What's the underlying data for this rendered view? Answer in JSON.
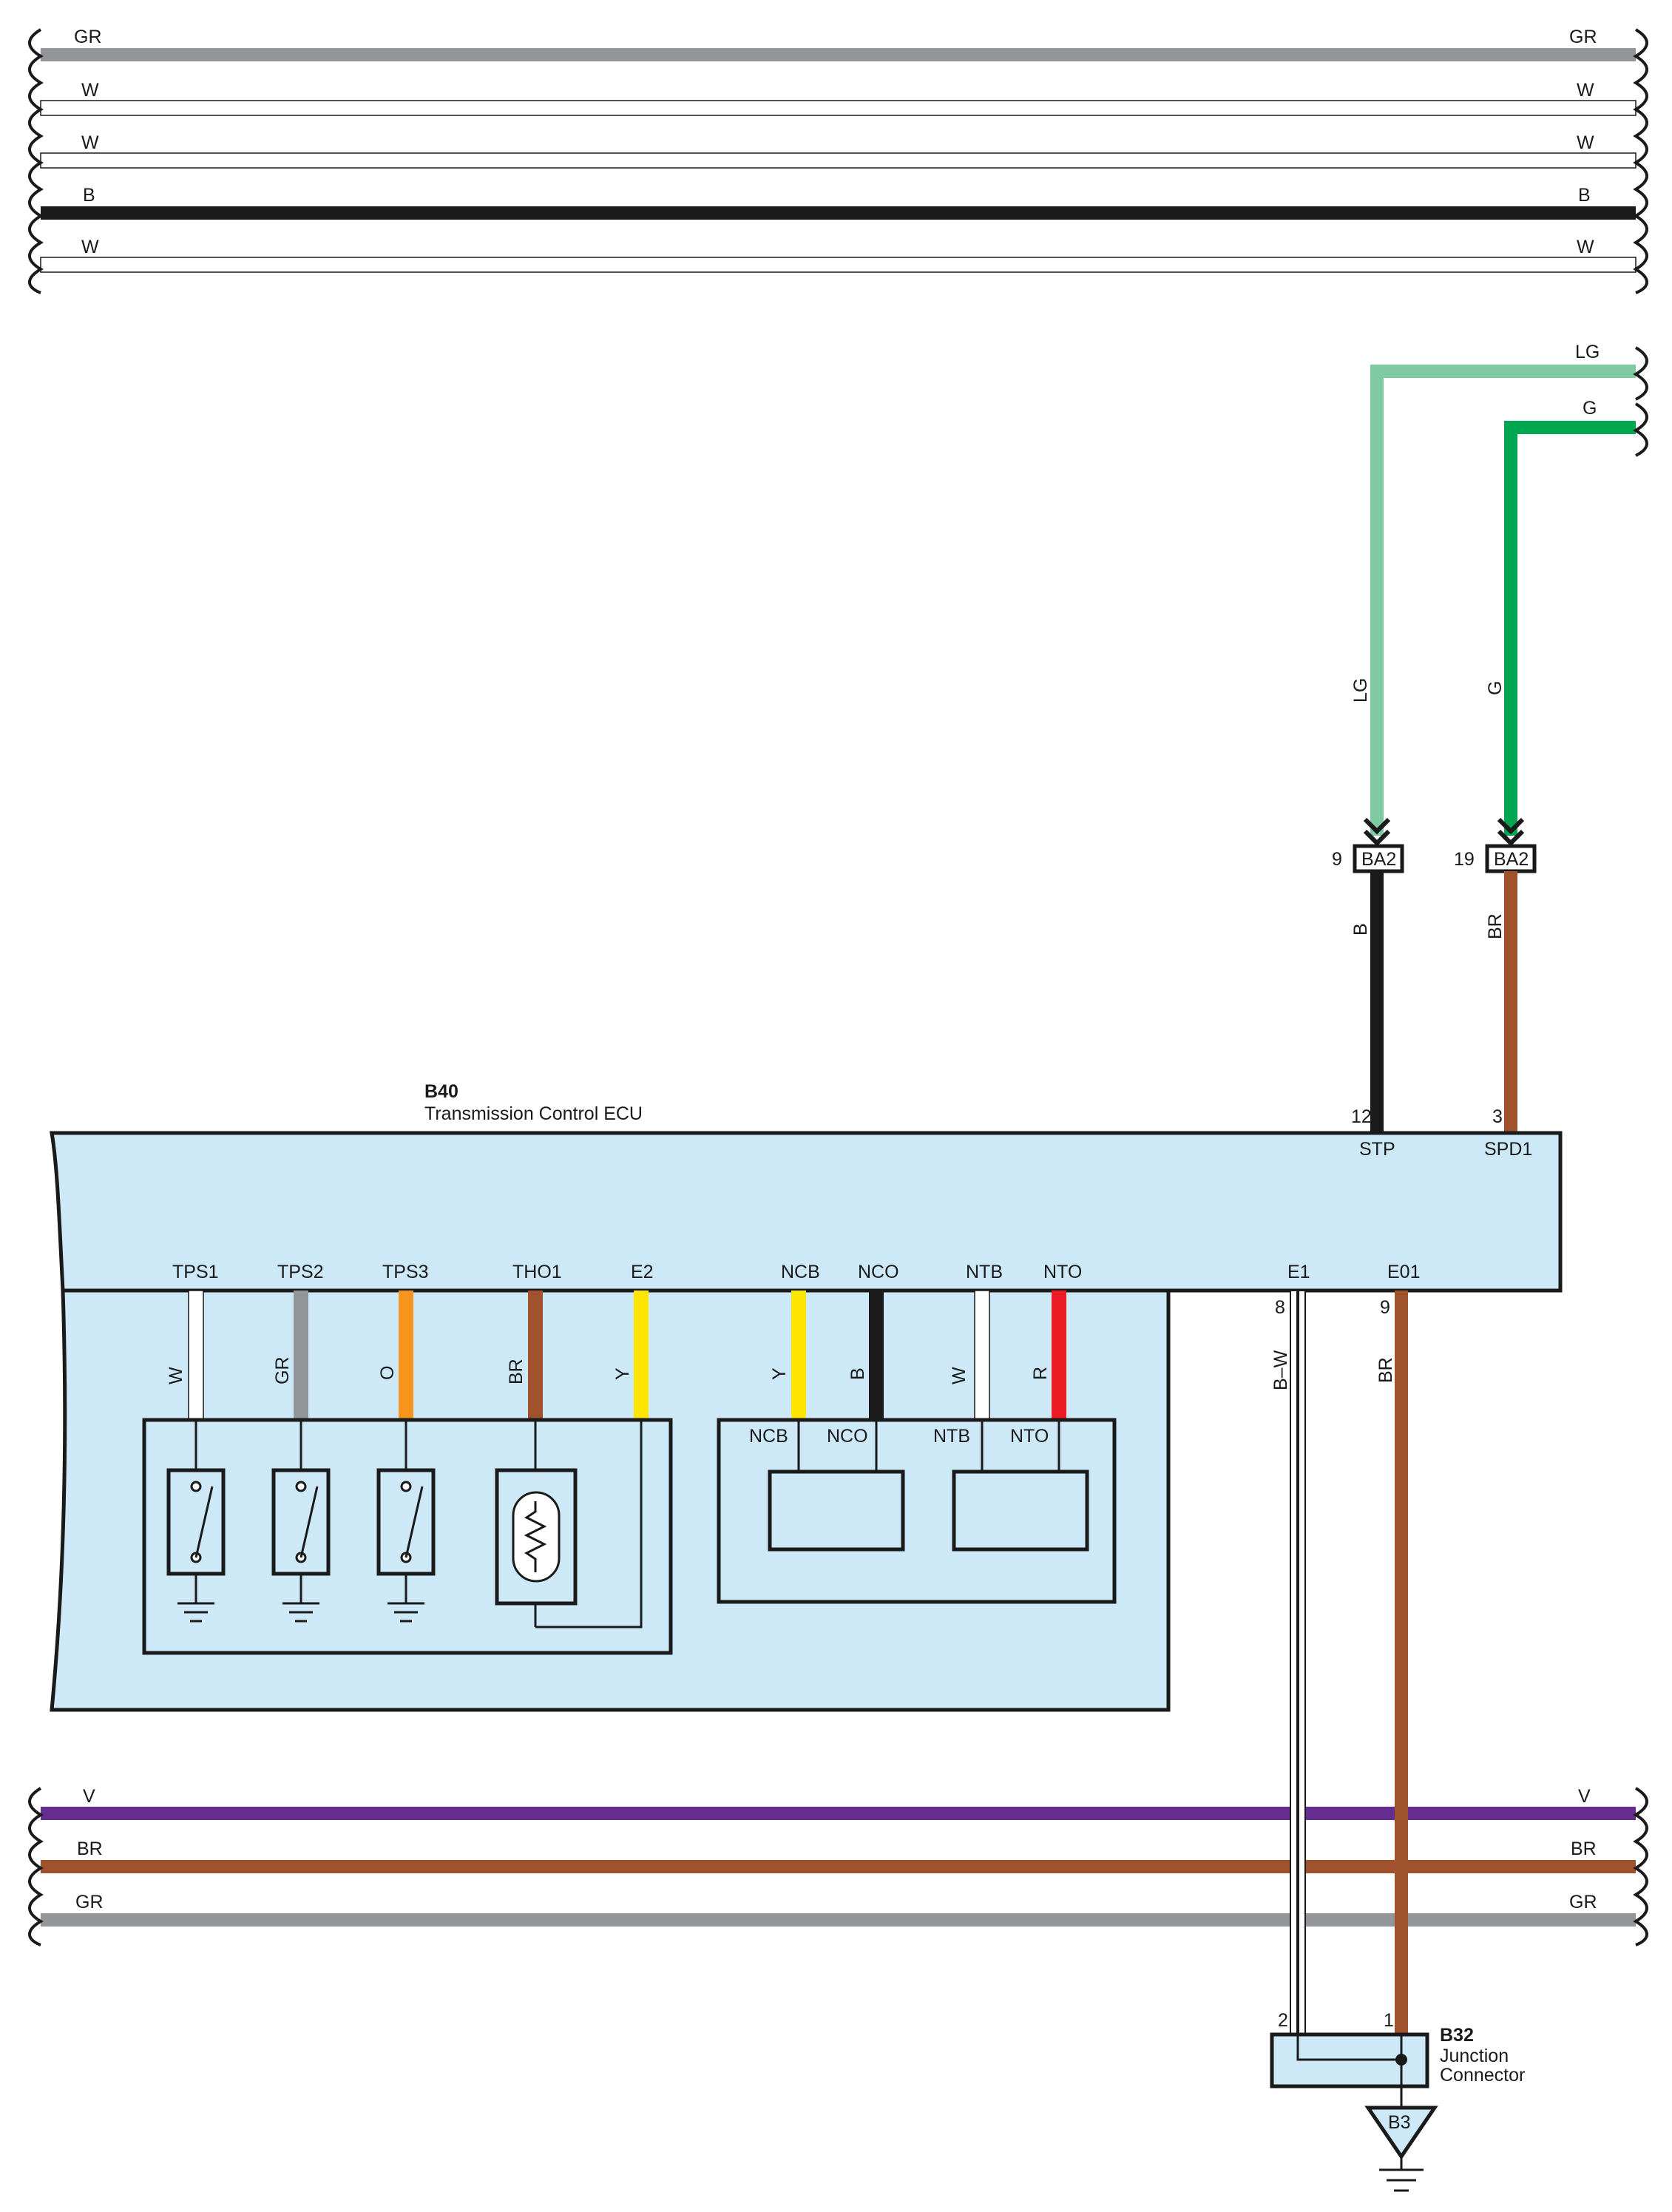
{
  "colors": {
    "GR": "#939598",
    "W": "#ffffff",
    "B": "#1a1a1a",
    "LG": "#7fcaa0",
    "G": "#00a650",
    "BR": "#a0522d",
    "V": "#662d91",
    "O": "#f7941d",
    "Y": "#ffe600",
    "R": "#ed1c24",
    "ecu_fill": "#cde9f8",
    "outline": "#1a1a1a"
  },
  "top_bus": [
    {
      "label_left": "GR",
      "label_right": "GR",
      "color": "GR"
    },
    {
      "label_left": "W",
      "label_right": "W",
      "color": "W"
    },
    {
      "label_left": "W",
      "label_right": "W",
      "color": "W"
    },
    {
      "label_left": "B",
      "label_right": "B",
      "color": "B"
    },
    {
      "label_left": "W",
      "label_right": "W",
      "color": "W"
    }
  ],
  "incoming": [
    {
      "label": "LG",
      "color": "LG",
      "vertical_label": "LG"
    },
    {
      "label": "G",
      "color": "G",
      "vertical_label": "G"
    }
  ],
  "inline_connectors": [
    {
      "pin": "9",
      "name": "BA2",
      "below_label": "B",
      "below_color": "B"
    },
    {
      "pin": "19",
      "name": "BA2",
      "below_label": "BR",
      "below_color": "BR"
    }
  ],
  "ecu": {
    "code": "B40",
    "title": "Transmission Control ECU",
    "top_pins": [
      {
        "pin": "12",
        "name": "STP"
      },
      {
        "pin": "3",
        "name": "SPD1"
      }
    ],
    "bottom_terms": [
      {
        "name": "TPS1",
        "wire": "W",
        "color": "W"
      },
      {
        "name": "TPS2",
        "wire": "GR",
        "color": "GR"
      },
      {
        "name": "TPS3",
        "wire": "O",
        "color": "O"
      },
      {
        "name": "THO1",
        "wire": "BR",
        "color": "BR"
      },
      {
        "name": "E2",
        "wire": "Y",
        "color": "Y"
      },
      {
        "name": "NCB",
        "wire": "Y",
        "color": "Y"
      },
      {
        "name": "NCO",
        "wire": "B",
        "color": "B"
      },
      {
        "name": "NTB",
        "wire": "W",
        "color": "W"
      },
      {
        "name": "NTO",
        "wire": "R",
        "color": "R"
      }
    ],
    "ground_pins": [
      {
        "name": "E1",
        "pin": "8",
        "wire": "B–W"
      },
      {
        "name": "E01",
        "pin": "9",
        "wire": "BR"
      }
    ],
    "speed_sensor_labels": [
      "NCB",
      "NCO",
      "NTB",
      "NTO"
    ]
  },
  "bottom_bus": [
    {
      "label_left": "V",
      "label_right": "V",
      "color": "V"
    },
    {
      "label_left": "BR",
      "label_right": "BR",
      "color": "BR"
    },
    {
      "label_left": "GR",
      "label_right": "GR",
      "color": "GR"
    }
  ],
  "junction": {
    "code": "B32",
    "line1": "Junction",
    "line2": "Connector",
    "pin_left": "2",
    "pin_right": "1"
  },
  "ground_point": {
    "code": "B3"
  }
}
